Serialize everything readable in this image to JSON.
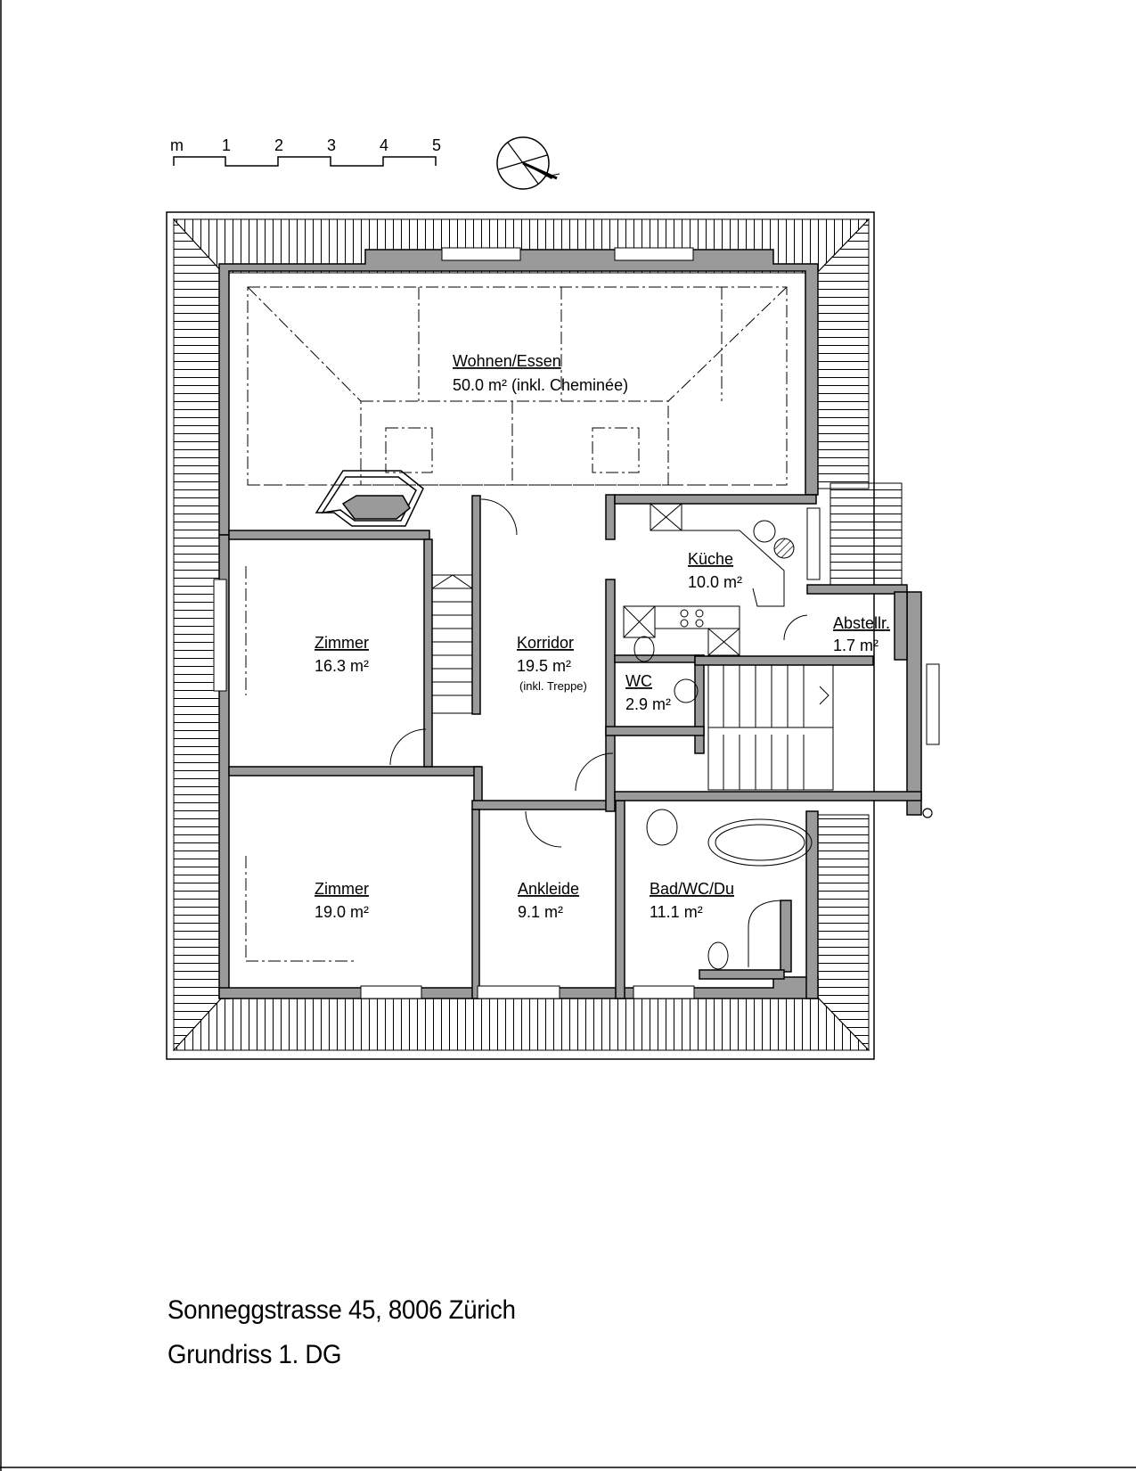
{
  "scale_bar": {
    "labels": [
      "m",
      "1",
      "2",
      "3",
      "4",
      "5"
    ]
  },
  "rooms": {
    "wohnen": {
      "name": "Wohnen/Essen",
      "area": "50.0 m² (inkl. Cheminée)"
    },
    "kueche": {
      "name": "Küche",
      "area": "10.0 m²"
    },
    "abstell": {
      "name": "Abstellr.",
      "area": "1.7 m²"
    },
    "zimmer1": {
      "name": "Zimmer",
      "area": "16.3 m²"
    },
    "korridor": {
      "name": "Korridor",
      "area": "19.5 m²",
      "note": "(inkl. Treppe)"
    },
    "wc": {
      "name": "WC",
      "area": "2.9 m²"
    },
    "zimmer2": {
      "name": "Zimmer",
      "area": "19.0 m²"
    },
    "ankleide": {
      "name": "Ankleide",
      "area": "9.1 m²"
    },
    "bad": {
      "name": "Bad/WC/Du",
      "area": "11.1 m²"
    }
  },
  "caption": {
    "address": "Sonneggstrasse 45, 8006 Zürich",
    "title": "Grundriss 1. DG"
  },
  "icons": [
    "north-arrow-icon"
  ]
}
